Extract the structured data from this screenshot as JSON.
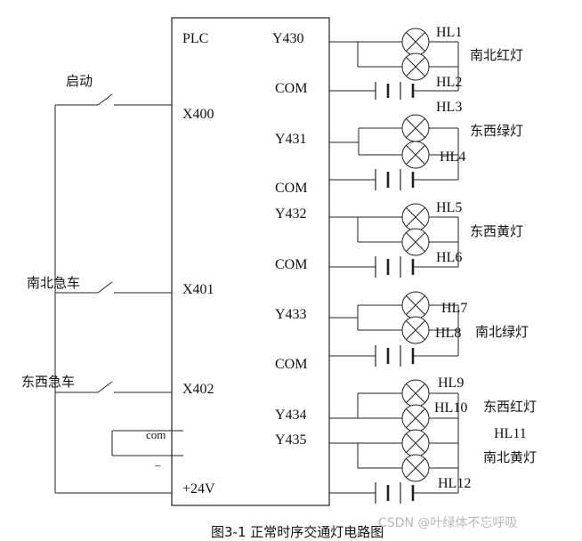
{
  "plc": {
    "title": "PLC",
    "inputs": [
      "X400",
      "X401",
      "X402"
    ],
    "power": "+24V",
    "com_lower": "com",
    "minus": "–",
    "outputs": [
      "Y430",
      "COM",
      "Y431",
      "COM",
      "Y432",
      "COM",
      "Y433",
      "COM",
      "Y434",
      "Y435"
    ]
  },
  "switches": [
    "启动",
    "南北急车",
    "东西急车"
  ],
  "lamps": [
    "HL1",
    "HL2",
    "HL3",
    "HL4",
    "HL5",
    "HL6",
    "HL7",
    "HL8",
    "HL9",
    "HL10",
    "HL11",
    "HL12"
  ],
  "groups": [
    "南北红灯",
    "东西绿灯",
    "东西黄灯",
    "南北绿灯",
    "东西红灯",
    "南北黄灯"
  ],
  "caption": "图3-1  正常时序交通灯电路图",
  "watermark": "CSDN @叶绿体不忘呼吸"
}
